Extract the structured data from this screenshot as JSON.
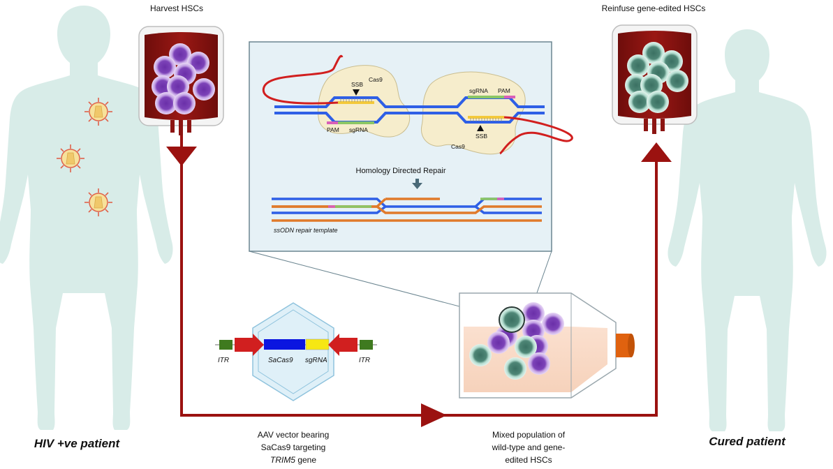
{
  "labels": {
    "harvest": "Harvest HSCs",
    "reinfuse": "Reinfuse gene-edited HSCs",
    "hiv_patient": "HIV +ve patient",
    "cured_patient": "Cured patient",
    "hdr": "Homology Directed Repair",
    "ssodn": "ssODN repair template",
    "cas9": "Cas9",
    "ssb": "SSB",
    "sgrna": "sgRNA",
    "pam": "PAM",
    "itr": "ITR",
    "sacas9": "SaCas9",
    "aav_line1": "AAV vector bearing",
    "aav_line2": "SaCas9  targeting",
    "aav_line3_gene": "TRIM5",
    "aav_line3_rest": " gene",
    "mixed_line1": "Mixed population of",
    "mixed_line2": "wild-type and gene-",
    "mixed_line3": "edited HSCs"
  },
  "colors": {
    "body": "#d8ece8",
    "pipe": "#9b1210",
    "bag": "#8c1512",
    "dna_blue": "#2e5fe6",
    "dna_orange": "#e07a2a",
    "sgrna_green": "#8bc665",
    "pam_pink": "#d85fb8",
    "ssb_yellow": "#f4c93a",
    "cas9_fill": "#f6edcc",
    "panel_bg": "#e6f1f6",
    "hsc_purple": "#9d6ad0",
    "hsc_teal": "#8fc8b4"
  }
}
